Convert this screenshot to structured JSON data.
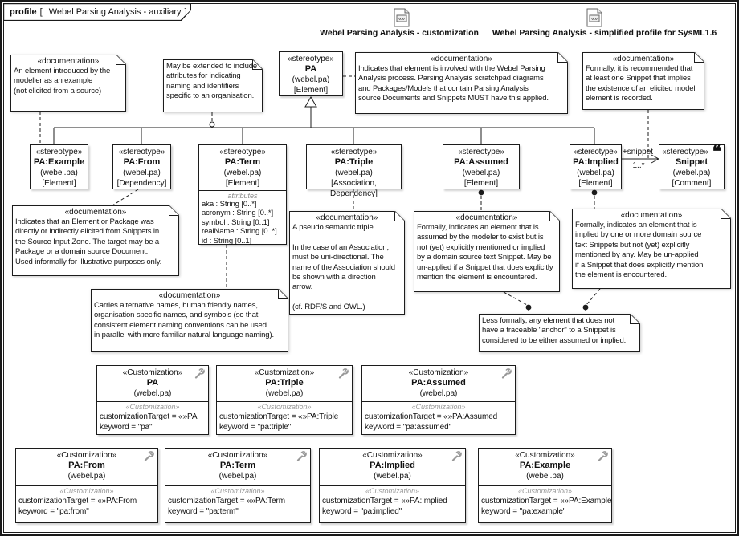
{
  "frame": {
    "keyword": "profile",
    "open": "[",
    "title": "Webel Parsing Analysis - auxiliary",
    "close": "]"
  },
  "packages": [
    {
      "label": "Webel Parsing Analysis - customization"
    },
    {
      "label": "Webel Parsing Analysis - simplified profile for SysML1.6"
    }
  ],
  "stereotypes": {
    "pa": {
      "kind": "«stereotype»",
      "name": "PA",
      "pkg": "(webel.pa)",
      "meta": "[Element]"
    },
    "example": {
      "kind": "«stereotype»",
      "name": "PA:Example",
      "pkg": "(webel.pa)",
      "meta": "[Element]"
    },
    "from": {
      "kind": "«stereotype»",
      "name": "PA:From",
      "pkg": "(webel.pa)",
      "meta": "[Dependency]"
    },
    "term": {
      "kind": "«stereotype»",
      "name": "PA:Term",
      "pkg": "(webel.pa)",
      "meta": "[Element]",
      "attributes_label": "attributes",
      "attributes": [
        "aka : String [0..*]",
        "acronym : String [0..*]",
        "symbol : String [0..1]",
        "realName : String [0..*]",
        "id : String [0..1]"
      ]
    },
    "triple": {
      "kind": "«stereotype»",
      "name": "PA:Triple",
      "pkg": "(webel.pa)",
      "meta": "[Association, Dependency]"
    },
    "assumed": {
      "kind": "«stereotype»",
      "name": "PA:Assumed",
      "pkg": "(webel.pa)",
      "meta": "[Element]"
    },
    "implied": {
      "kind": "«stereotype»",
      "name": "PA:Implied",
      "pkg": "(webel.pa)",
      "meta": "[Element]"
    },
    "snippet": {
      "kind": "«stereotype»",
      "name": "Snippet",
      "pkg": "(webel.pa)",
      "meta": "[Comment]",
      "quote_icon": "❝"
    }
  },
  "association": {
    "role": "+snippet",
    "multiplicity": "1..*"
  },
  "notes": {
    "example_doc": {
      "header": "«documentation»",
      "body": "An element introduced by the\nmodeller as an example\n(not elicited from a source)"
    },
    "extend_note": {
      "body": "May be extended to include\nattributes for indicating\nnaming and identifiers\nspecific to an organisation."
    },
    "pa_doc": {
      "header": "«documentation»",
      "body": "Indicates that element is involved with the Webel Parsing\nAnalysis process. Parsing Analysis scratchpad diagrams\nand Packages/Models that contain Parsing Analysis\nsource Documents and Snippets MUST have this applied."
    },
    "snippet_doc": {
      "header": "«documentation»",
      "body": "Formally, it is recommended that\nat least one Snippet that implies\nthe existence of an elicited model\nelement is recorded."
    },
    "elicit_doc": {
      "header": "«documentation»",
      "body": "Indicates that an Element or Package was\ndirectly or indirectly elicited from Snippets in\nthe Source Input Zone. The target may be a\nPackage or a domain source Document.\nUsed informally for illustrative purposes only."
    },
    "term_doc": {
      "header": "«documentation»",
      "body": "Carries alternative names, human friendly names,\norganisation specific names, and symbols (so that\nconsistent element naming conventions can be used\nin parallel with more familiar natural language naming)."
    },
    "triple_doc": {
      "header": "«documentation»",
      "body": "A pseudo semantic triple.\n\nIn the case of an Association,\nmust be uni-directional. The\nname of the Association should\nbe shown with a direction\narrow.\n\n(cf. RDF/S and OWL.)"
    },
    "assumed_doc": {
      "header": "«documentation»",
      "body": "Formally, indicates an element that is\nassumed by the modeler to exist but is\nnot (yet) explicitly mentioned or implied\nby a domain source text Snippet. May be\nun-applied if a Snippet that does explicitly\nmention the element is encountered."
    },
    "implied_doc": {
      "header": "«documentation»",
      "body": "Formally, indicates an element that is\nimplied by one or more domain source\ntext Snippets but not (yet) explicitly\nmentioned by any. May be un-applied\nif a Snippet that does explicitly mention\nthe element is encountered."
    },
    "anchor_note": {
      "body": "Less formally, any element that does not\nhave a traceable \"anchor\" to a Snippet is\nconsidered to be either assumed or implied."
    }
  },
  "customizations": [
    {
      "kind": "«Customization»",
      "name": "PA",
      "pkg": "(webel.pa)",
      "inner_kind": "«Customization»",
      "target": "customizationTarget = «»PA",
      "keyword": "keyword = \"pa\""
    },
    {
      "kind": "«Customization»",
      "name": "PA:Triple",
      "pkg": "(webel.pa)",
      "inner_kind": "«Customization»",
      "target": "customizationTarget = «»PA:Triple",
      "keyword": "keyword = \"pa:triple\""
    },
    {
      "kind": "«Customization»",
      "name": "PA:Assumed",
      "pkg": "(webel.pa)",
      "inner_kind": "«Customization»",
      "target": "customizationTarget = «»PA:Assumed",
      "keyword": "keyword = \"pa:assumed\""
    },
    {
      "kind": "«Customization»",
      "name": "PA:From",
      "pkg": "(webel.pa)",
      "inner_kind": "«Customization»",
      "target": "customizationTarget = «»PA:From",
      "keyword": "keyword = \"pa:from\""
    },
    {
      "kind": "«Customization»",
      "name": "PA:Term",
      "pkg": "(webel.pa)",
      "inner_kind": "«Customization»",
      "target": "customizationTarget = «»PA:Term",
      "keyword": "keyword = \"pa:term\""
    },
    {
      "kind": "«Customization»",
      "name": "PA:Implied",
      "pkg": "(webel.pa)",
      "inner_kind": "«Customization»",
      "target": "customizationTarget = «»PA:Implied",
      "keyword": "keyword = \"pa:implied\""
    },
    {
      "kind": "«Customization»",
      "name": "PA:Example",
      "pkg": "(webel.pa)",
      "inner_kind": "«Customization»",
      "target": "customizationTarget = «»PA:Example",
      "keyword": "keyword = \"pa:example\""
    }
  ]
}
